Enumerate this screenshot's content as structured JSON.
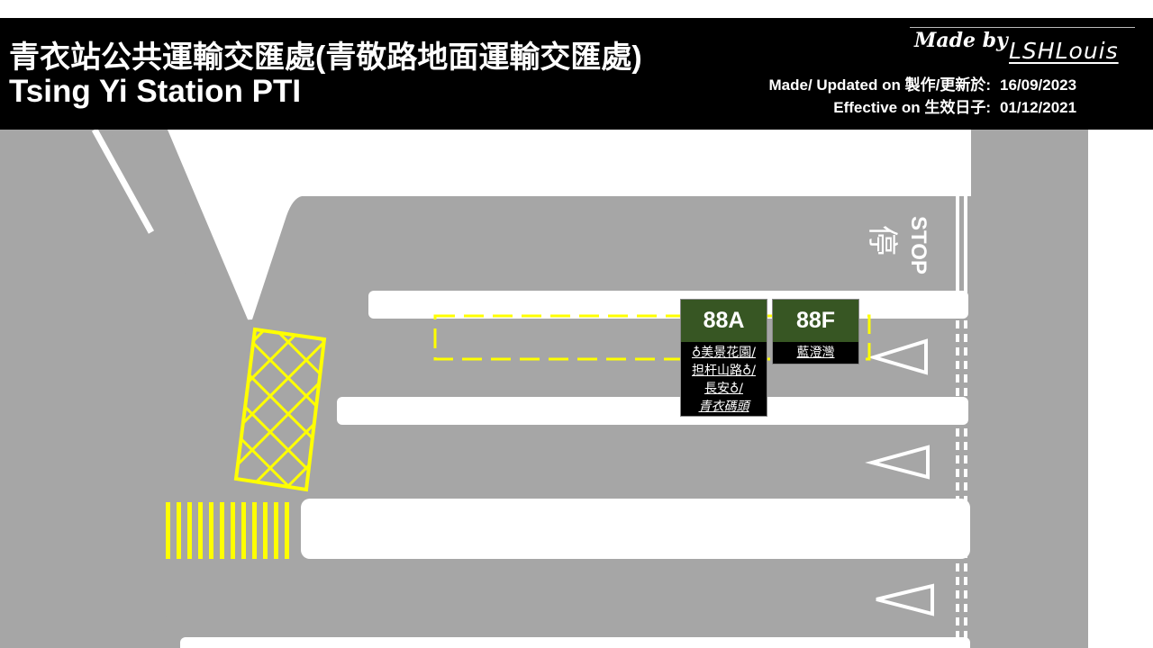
{
  "header": {
    "title_cn": "青衣站公共運輸交匯處(青敬路地面運輸交匯處)",
    "title_en": "Tsing Yi Station PTI",
    "made_by_label": "Made by",
    "author": "LSHLouis",
    "updated_label": "Made/ Updated on 製作/更新於:",
    "updated_date": "16/09/2023",
    "effective_label": "Effective on 生效日子:",
    "effective_date": "01/12/2021"
  },
  "road_markings": {
    "stop_en": "STOP",
    "stop_cn": "停"
  },
  "routes": [
    {
      "number": "88A",
      "destinations": [
        "♁美景花園/",
        "担杆山路♁/",
        "長安♁/",
        "青衣碼頭"
      ]
    },
    {
      "number": "88F",
      "destinations": [
        "藍澄灣"
      ]
    }
  ],
  "colors": {
    "road": "#a6a6a6",
    "island": "#ffffff",
    "marking_yellow": "#ffff00",
    "route_green": "#375623",
    "header_bg": "#000000"
  }
}
